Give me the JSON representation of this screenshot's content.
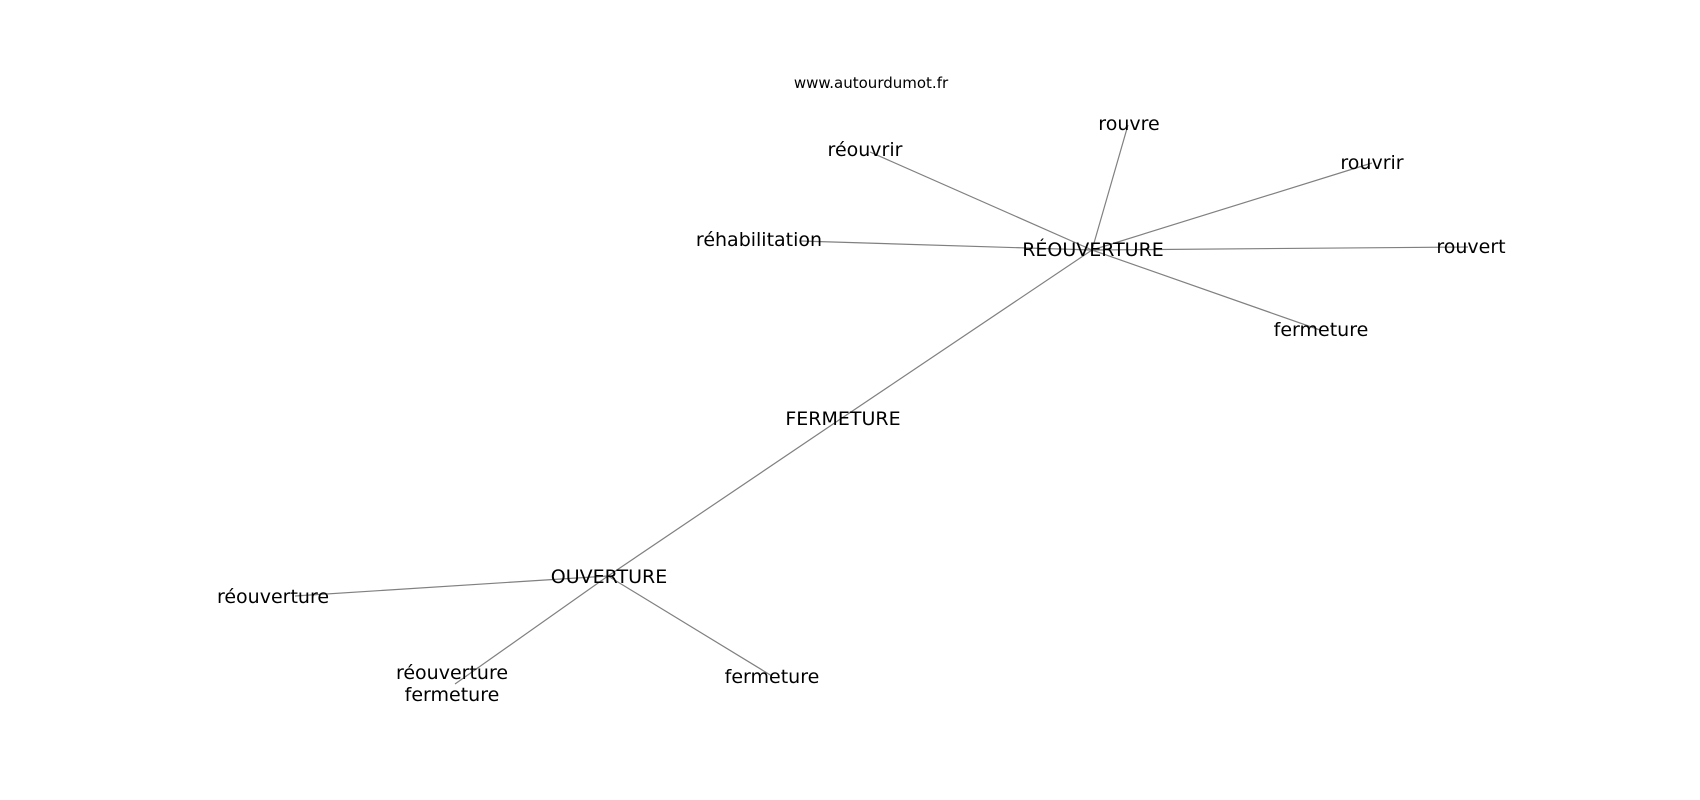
{
  "credit": "www.autourdumot.fr",
  "nodes": {
    "reouverture_hub": "RÉOUVERTURE",
    "fermeture_hub": "FERMETURE",
    "ouverture_hub": "OUVERTURE",
    "rouvre": "rouvre",
    "reouvrir": "réouvrir",
    "rouvrir": "rouvrir",
    "rehabilitation": "réhabilitation",
    "rouvert": "rouvert",
    "fermeture_a": "fermeture",
    "reouverture_leaf": "réouverture",
    "reouverture_fermeture_1": "réouverture",
    "reouverture_fermeture_2": "fermeture",
    "fermeture_b": "fermeture"
  },
  "edges": [
    [
      "reouverture_hub",
      "rouvre"
    ],
    [
      "reouverture_hub",
      "reouvrir"
    ],
    [
      "reouverture_hub",
      "rouvrir"
    ],
    [
      "reouverture_hub",
      "rehabilitation"
    ],
    [
      "reouverture_hub",
      "rouvert"
    ],
    [
      "reouverture_hub",
      "fermeture_a"
    ],
    [
      "reouverture_hub",
      "fermeture_hub"
    ],
    [
      "fermeture_hub",
      "ouverture_hub"
    ],
    [
      "ouverture_hub",
      "reouverture_leaf"
    ],
    [
      "ouverture_hub",
      "reouverture_fermeture"
    ],
    [
      "ouverture_hub",
      "fermeture_b"
    ]
  ]
}
